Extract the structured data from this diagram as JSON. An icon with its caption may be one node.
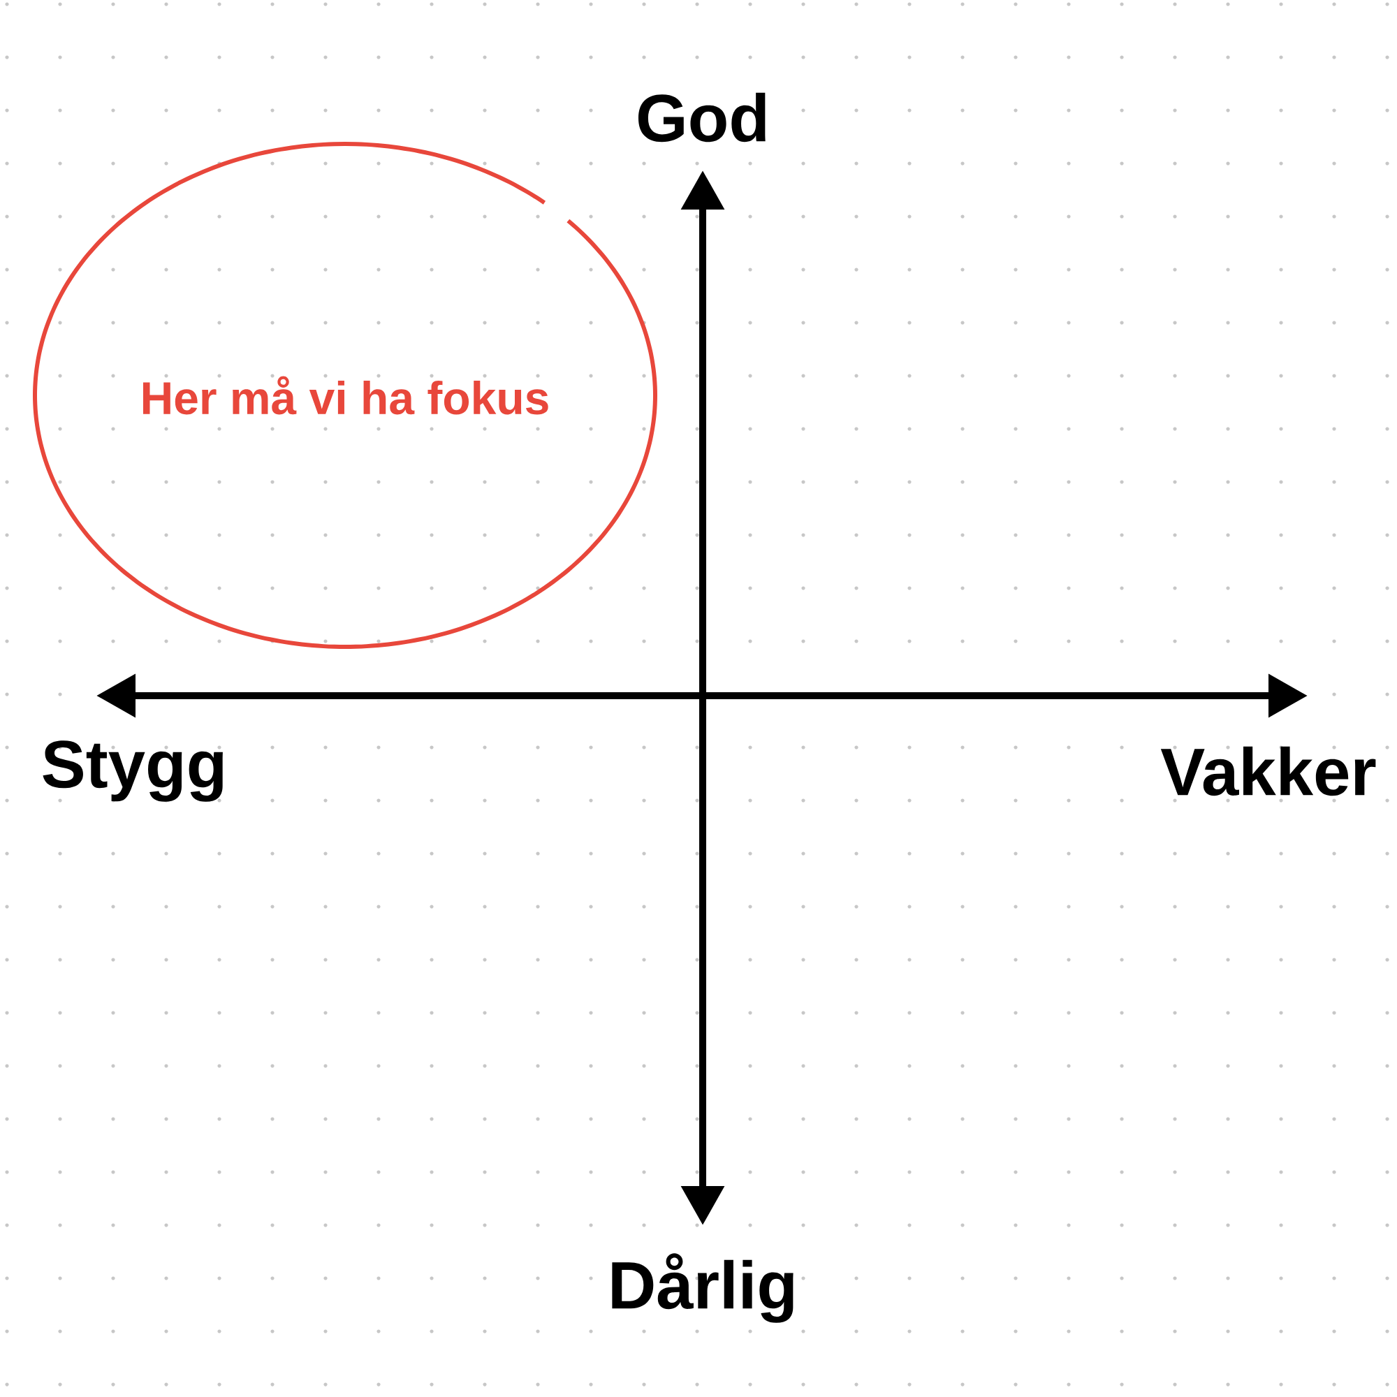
{
  "diagram": {
    "nodes": [
      {
        "text": [
          "Her må vi ha fokus"
        ]
      }
    ],
    "labels": [
      "God",
      "Stygg",
      "Vakker",
      "Dårlig"
    ]
  }
}
